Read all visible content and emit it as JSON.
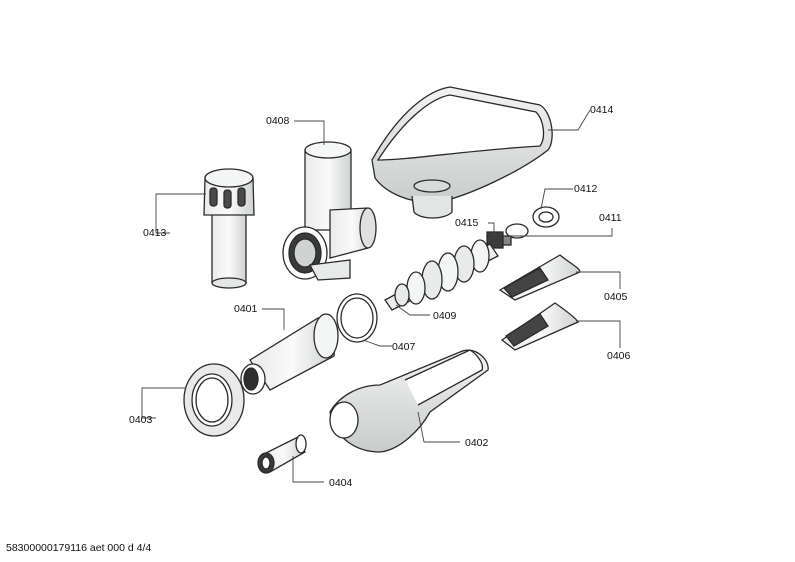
{
  "callouts": {
    "c0401": "0401",
    "c0402": "0402",
    "c0403": "0403",
    "c0404": "0404",
    "c0405": "0405",
    "c0406": "0406",
    "c0407": "0407",
    "c0408": "0408",
    "c0409": "0409",
    "c0411": "0411",
    "c0412": "0412",
    "c0413": "0413",
    "c0414": "0414",
    "c0415": "0415"
  },
  "footer": {
    "doc_id": "58300000179116 aet 000 d 4/4"
  }
}
